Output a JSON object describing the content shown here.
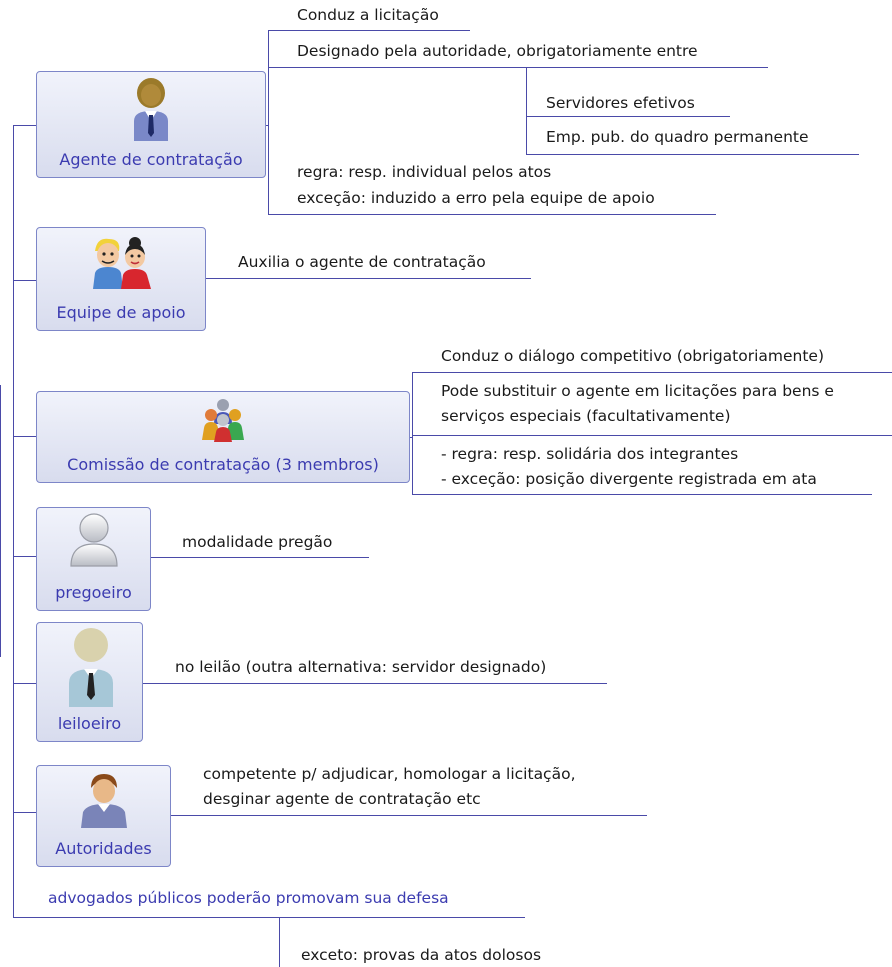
{
  "nodes": {
    "agente": {
      "label": "Agente de contratação",
      "icon": "businessman-icon",
      "branches": {
        "conduz": "Conduz a licitação",
        "designado": "Designado pela autoridade, obrigatoriamente entre",
        "servidores": "Servidores efetivos",
        "emp_pub": "Emp. pub. do quadro permanente",
        "regra": "regra: resp. individual pelos atos",
        "excecao": "exceção: induzido a erro pela equipe de apoio"
      }
    },
    "equipe": {
      "label": "Equipe de apoio",
      "icon": "team-couple-icon",
      "branches": {
        "auxilia": "Auxilia o agente de contratação"
      }
    },
    "comissao": {
      "label": "Comissão de contratação (3 membros)",
      "icon": "group-people-icon",
      "branches": {
        "conduz_dialogo": "Conduz o diálogo competitivo (obrigatoriamente)",
        "substituir_1": "Pode substituir o agente em licitações para bens e",
        "substituir_2": "serviços especiais (facultativamente)",
        "regra": "- regra: resp. solidária dos integrantes",
        "excecao": "- exceção: posição divergente registrada em ata"
      }
    },
    "pregoeiro": {
      "label": "pregoeiro",
      "icon": "user-silhouette-icon",
      "branches": {
        "modalidade": "modalidade pregão"
      }
    },
    "leiloeiro": {
      "label": "leiloeiro",
      "icon": "man-tie-icon",
      "branches": {
        "leilao": "no leilão (outra alternativa: servidor designado)"
      }
    },
    "autoridades": {
      "label": "Autoridades",
      "icon": "person-icon",
      "branches": {
        "competente_1": "competente p/ adjudicar, homologar a licitação,",
        "competente_2": "desginar agente de contratação etc"
      }
    }
  },
  "advogados": {
    "label": "advogados públicos poderão promovam sua defesa",
    "exceto": "exceto: provas da atos dolosos"
  },
  "colors": {
    "line": "#4a4aa8",
    "node_border": "#7d86c8",
    "node_label": "#3b3bb0"
  }
}
